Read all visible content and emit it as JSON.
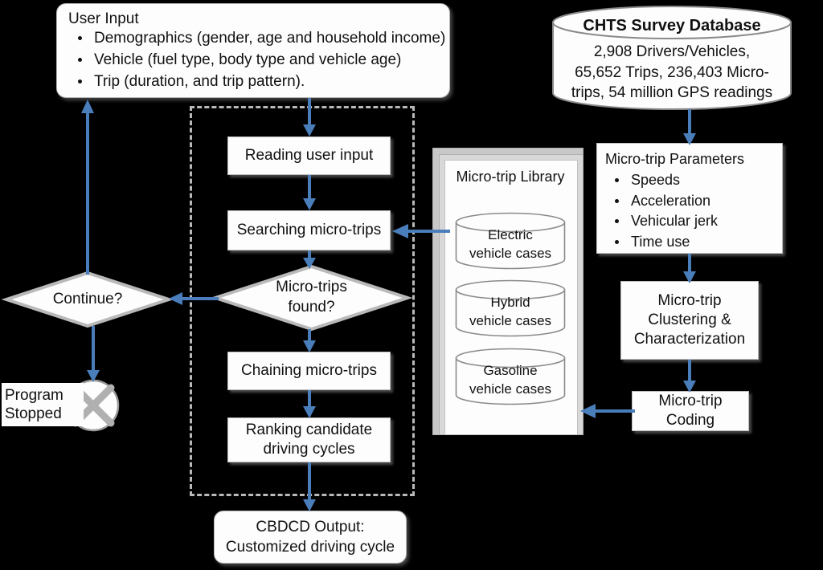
{
  "diagram": {
    "title": "CBDCD customized driving-cycle development flowchart",
    "accent_color": "#4a7ebb",
    "box_fill": "#fdfdfd",
    "box_border": "#bdbdbd",
    "dashed_border": "#b9b9b9"
  },
  "user_input": {
    "heading": "User Input",
    "bullets": [
      "Demographics (gender, age and household income)",
      "Vehicle (fuel type, body type and vehicle age)",
      "Trip (duration, and trip pattern)."
    ]
  },
  "chts_database": {
    "title": "CHTS Survey Database",
    "body_lines": [
      "2,908 Drivers/Vehicles,",
      "65,652 Trips, 236,403 Micro-",
      "trips, 54 million GPS readings"
    ]
  },
  "micro_trip_parameters": {
    "heading": "Micro-trip Parameters",
    "bullets": [
      "Speeds",
      "Acceleration",
      "Vehicular jerk",
      "Time use"
    ]
  },
  "micro_trip_clustering": {
    "lines": [
      "Micro-trip",
      "Clustering &",
      "Characterization"
    ]
  },
  "micro_trip_coding": {
    "lines": [
      "Micro-trip",
      "Coding"
    ]
  },
  "micro_trip_library": {
    "title": "Micro-trip Library",
    "cylinders": [
      {
        "line1": "Electric",
        "line2": "vehicle cases"
      },
      {
        "line1": "Hybrid",
        "line2": "vehicle cases"
      },
      {
        "line1": "Gasoline",
        "line2": "vehicle cases"
      }
    ]
  },
  "process": {
    "reading_user_input": "Reading user input",
    "searching_micro_trips": "Searching micro-trips",
    "chaining_micro_trips": "Chaining micro-trips",
    "ranking_candidate": [
      "Ranking candidate",
      "driving cycles"
    ]
  },
  "decisions": {
    "micro_trips_found": [
      "Micro-trips",
      "found?"
    ],
    "continue": "Continue?"
  },
  "terminators": {
    "program_stopped": [
      "Program",
      "Stopped"
    ],
    "cbdcd_output": [
      "CBDCD Output:",
      "Customized driving cycle"
    ]
  }
}
